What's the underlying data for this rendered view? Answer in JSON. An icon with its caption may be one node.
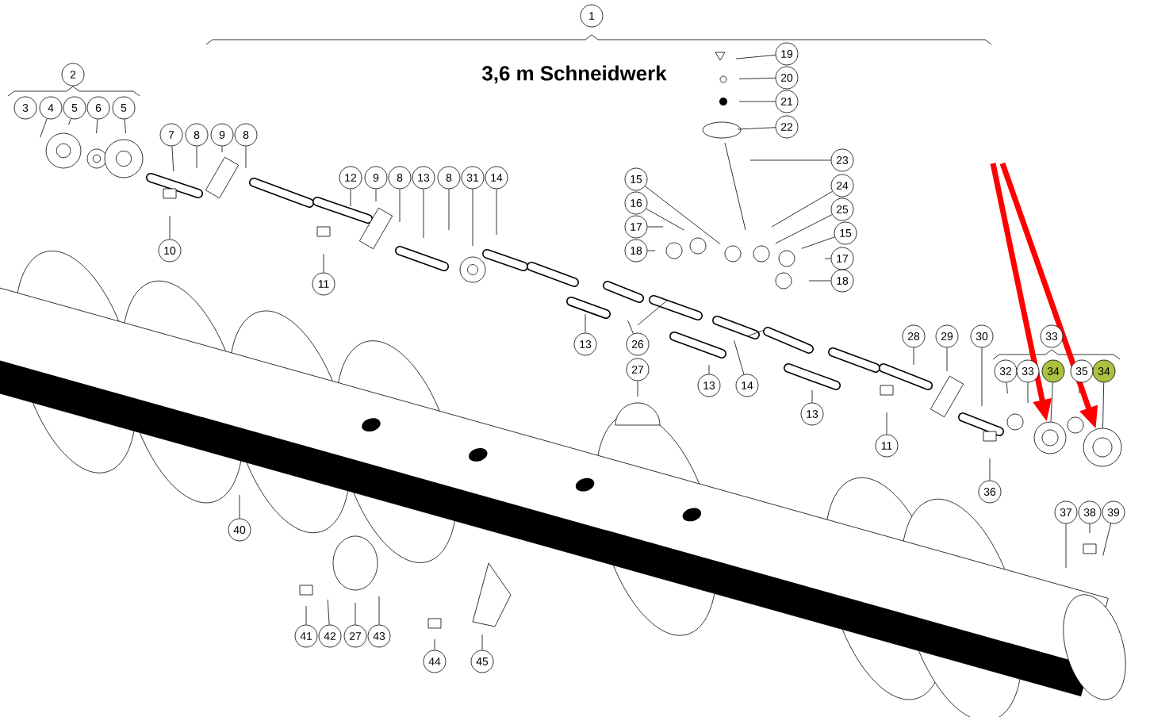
{
  "diagram": {
    "title": "3,6 m  Schneidwerk",
    "nodes": [
      {
        "text": [
          "1"
        ]
      },
      {
        "text": [
          "2"
        ]
      },
      {
        "text": [
          "3"
        ]
      },
      {
        "text": [
          "4"
        ]
      },
      {
        "text": [
          "5"
        ]
      },
      {
        "text": [
          "6"
        ]
      },
      {
        "text": [
          "5"
        ]
      },
      {
        "text": [
          "7"
        ]
      },
      {
        "text": [
          "8"
        ]
      },
      {
        "text": [
          "9"
        ]
      },
      {
        "text": [
          "8"
        ]
      },
      {
        "text": [
          "10"
        ]
      },
      {
        "text": [
          "12"
        ]
      },
      {
        "text": [
          "9"
        ]
      },
      {
        "text": [
          "8"
        ]
      },
      {
        "text": [
          "13"
        ]
      },
      {
        "text": [
          "8"
        ]
      },
      {
        "text": [
          "31"
        ]
      },
      {
        "text": [
          "14"
        ]
      },
      {
        "text": [
          "11"
        ]
      },
      {
        "text": [
          "19"
        ]
      },
      {
        "text": [
          "20"
        ]
      },
      {
        "text": [
          "21"
        ]
      },
      {
        "text": [
          "22"
        ]
      },
      {
        "text": [
          "23"
        ]
      },
      {
        "text": [
          "15"
        ]
      },
      {
        "text": [
          "24"
        ]
      },
      {
        "text": [
          "16"
        ]
      },
      {
        "text": [
          "25"
        ]
      },
      {
        "text": [
          "17"
        ]
      },
      {
        "text": [
          "15"
        ]
      },
      {
        "text": [
          "18"
        ]
      },
      {
        "text": [
          "17"
        ]
      },
      {
        "text": [
          "18"
        ]
      },
      {
        "text": [
          "13"
        ]
      },
      {
        "text": [
          "26"
        ]
      },
      {
        "text": [
          "28"
        ]
      },
      {
        "text": [
          "29"
        ]
      },
      {
        "text": [
          "30"
        ]
      },
      {
        "text": [
          "33"
        ]
      },
      {
        "text": [
          "27"
        ]
      },
      {
        "text": [
          "32"
        ]
      },
      {
        "text": [
          "33"
        ]
      },
      {
        "text": [
          "34"
        ]
      },
      {
        "text": [
          "35"
        ]
      },
      {
        "text": [
          "34"
        ]
      },
      {
        "text": [
          "13"
        ]
      },
      {
        "text": [
          "14"
        ]
      },
      {
        "text": [
          "13"
        ]
      },
      {
        "text": [
          "11"
        ]
      },
      {
        "text": [
          "36"
        ]
      },
      {
        "text": [
          "37"
        ]
      },
      {
        "text": [
          "38"
        ]
      },
      {
        "text": [
          "39"
        ]
      },
      {
        "text": [
          "40"
        ]
      },
      {
        "text": [
          "41"
        ]
      },
      {
        "text": [
          "42"
        ]
      },
      {
        "text": [
          "27"
        ]
      },
      {
        "text": [
          "43"
        ]
      },
      {
        "text": [
          "44"
        ]
      },
      {
        "text": [
          "45"
        ]
      },
      {
        "text": [],
        "shape": "circle"
      },
      {
        "text": [],
        "shape": "circle"
      }
    ],
    "edges": [
      {
        "from": 2,
        "to": null,
        "arrow": "none"
      },
      {
        "from": 3,
        "to": null,
        "arrow": "none"
      },
      {
        "from": 4,
        "to": null,
        "arrow": "none"
      },
      {
        "from": 5,
        "to": null,
        "arrow": "none"
      },
      {
        "from": 6,
        "to": null,
        "arrow": "none"
      },
      {
        "from": 7,
        "to": null,
        "arrow": "none"
      },
      {
        "from": 8,
        "to": null,
        "arrow": "none"
      },
      {
        "from": 9,
        "to": null,
        "arrow": "none"
      },
      {
        "from": 10,
        "to": null,
        "arrow": "none"
      },
      {
        "from": 11,
        "to": null,
        "arrow": "none"
      },
      {
        "from": 12,
        "to": null,
        "arrow": "none"
      },
      {
        "from": 13,
        "to": null,
        "arrow": "none"
      },
      {
        "from": 14,
        "to": null,
        "arrow": "none"
      },
      {
        "from": 15,
        "to": null,
        "arrow": "none"
      },
      {
        "from": 16,
        "to": null,
        "arrow": "none"
      },
      {
        "from": 17,
        "to": null,
        "arrow": "none"
      },
      {
        "from": 18,
        "to": null,
        "arrow": "none"
      },
      {
        "from": 19,
        "to": null,
        "arrow": "none"
      },
      {
        "from": 20,
        "to": null,
        "arrow": "none"
      },
      {
        "from": 21,
        "to": null,
        "arrow": "none"
      },
      {
        "from": 22,
        "to": null,
        "arrow": "none"
      },
      {
        "from": 23,
        "to": null,
        "arrow": "none"
      },
      {
        "from": 24,
        "to": null,
        "arrow": "none"
      },
      {
        "from": 25,
        "to": null,
        "arrow": "none"
      },
      {
        "from": 26,
        "to": null,
        "arrow": "none"
      },
      {
        "from": 27,
        "to": null,
        "arrow": "none"
      },
      {
        "from": 28,
        "to": null,
        "arrow": "none"
      },
      {
        "from": 29,
        "to": null,
        "arrow": "none"
      },
      {
        "from": 30,
        "to": null,
        "arrow": "none"
      },
      {
        "from": 31,
        "to": null,
        "arrow": "none"
      },
      {
        "from": 32,
        "to": null,
        "arrow": "none"
      },
      {
        "from": 33,
        "to": null,
        "arrow": "none"
      },
      {
        "from": 34,
        "to": null,
        "arrow": "none"
      },
      {
        "from": 35,
        "to": null,
        "arrow": "none"
      },
      {
        "from": 36,
        "to": null,
        "arrow": "none"
      },
      {
        "from": 37,
        "to": null,
        "arrow": "none"
      },
      {
        "from": 38,
        "to": null,
        "arrow": "none"
      },
      {
        "from": 40,
        "to": null,
        "arrow": "none"
      },
      {
        "from": 41,
        "to": null,
        "arrow": "none"
      },
      {
        "from": 42,
        "to": null,
        "arrow": "none"
      },
      {
        "from": 43,
        "to": 61,
        "arrow": "none"
      },
      {
        "from": 44,
        "to": null,
        "arrow": "none"
      },
      {
        "from": 45,
        "to": 62,
        "arrow": "none"
      },
      {
        "from": 46,
        "to": null,
        "arrow": "none"
      },
      {
        "from": 47,
        "to": null,
        "arrow": "none"
      },
      {
        "from": 48,
        "to": null,
        "arrow": "none"
      },
      {
        "from": 49,
        "to": null,
        "arrow": "none"
      },
      {
        "from": 50,
        "to": null,
        "arrow": "none"
      },
      {
        "from": 51,
        "to": null,
        "arrow": "none"
      },
      {
        "from": 52,
        "to": null,
        "arrow": "none"
      },
      {
        "from": 53,
        "to": null,
        "arrow": "none"
      },
      {
        "from": 54,
        "to": null,
        "arrow": "none"
      },
      {
        "from": 55,
        "to": null,
        "arrow": "none"
      },
      {
        "from": 56,
        "to": null,
        "arrow": "none"
      },
      {
        "from": 57,
        "to": null,
        "arrow": "none"
      },
      {
        "from": 58,
        "to": null,
        "arrow": "none"
      },
      {
        "from": 59,
        "to": null,
        "arrow": "none"
      },
      {
        "from": 60,
        "to": null,
        "arrow": "none"
      },
      {
        "from": null,
        "to": 61,
        "arrow": "to",
        "style": "thick",
        "color": "#ff0000"
      },
      {
        "from": null,
        "to": 62,
        "arrow": "to",
        "style": "thick",
        "color": "#ff0000"
      }
    ]
  }
}
